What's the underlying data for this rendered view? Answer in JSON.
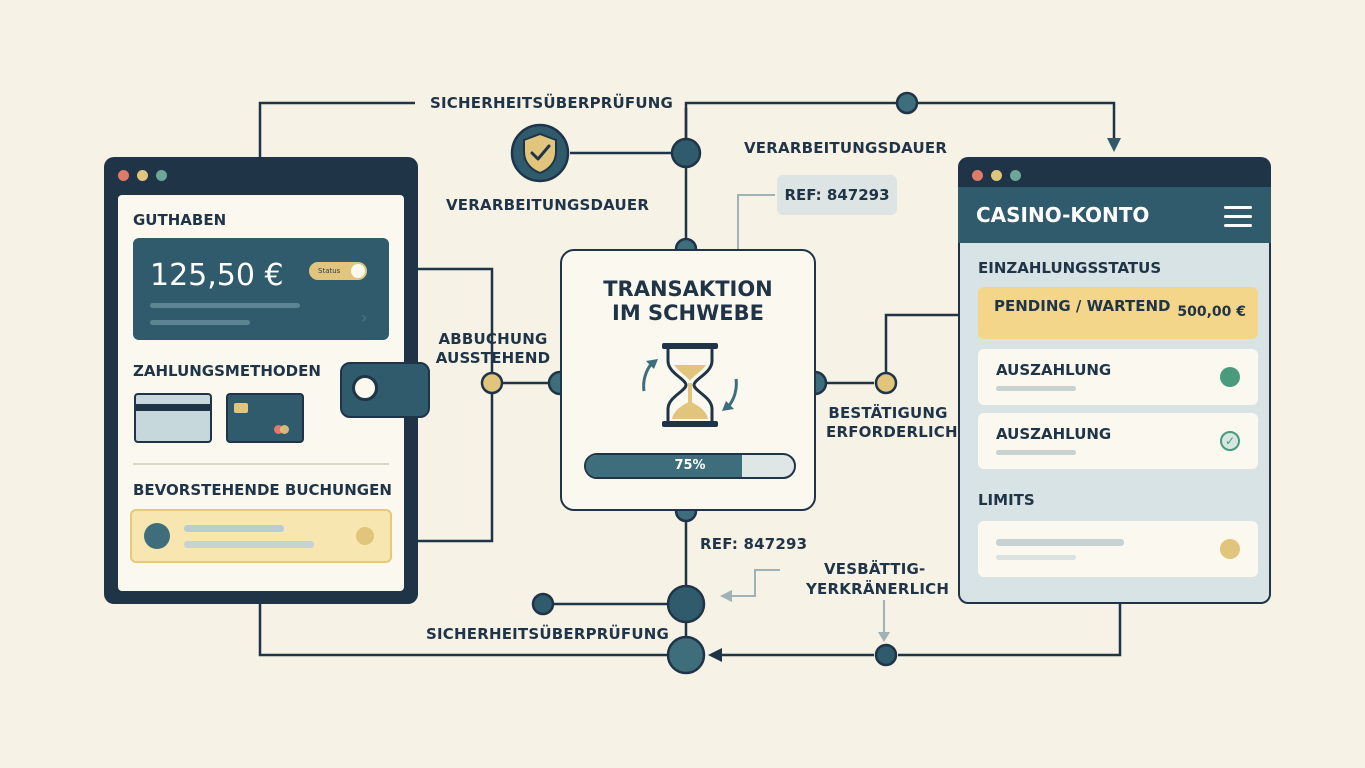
{
  "colors": {
    "navy": "#1f3447",
    "teal": "#2f5b6c",
    "teal_light": "#3e6e7b",
    "gold": "#e2c57c",
    "cream": "#fbf8ef",
    "green": "#4a9a7c"
  },
  "labels": {
    "security_check_top": "SICHERHEITSÜBERPRÜFUNG",
    "processing_time_left": "VERARBEITUNGSDAUER",
    "processing_time_right": "VERARBEITUNGSDAUER",
    "ref_top": "REF: 847293",
    "debit_pending_1": "ABBUCHUNG",
    "debit_pending_2": "AUSSTEHEND",
    "confirmation_1": "BESTÄTIGUNG",
    "confirmation_2": "ERFORDERLICH",
    "ref_bottom": "REF: 847293",
    "garbled_1": "VESBÄTTIG-",
    "garbled_2": "YERKRÄNERLICH",
    "security_check_bottom": "SICHERHEITSÜBERPRÜFUNG"
  },
  "left_panel": {
    "balance_title": "GUTHABEN",
    "balance_amount": "125,50 €",
    "status_pill": "Status",
    "payment_methods_title": "ZAHLUNGSMETHODEN",
    "upcoming_title": "BEVORSTEHENDE BUCHUNGEN"
  },
  "center": {
    "title_line1": "TRANSAKTION",
    "title_line2": "IM SCHWEBE",
    "progress_text": "75%",
    "progress_value": 0.75,
    "icon": "hourglass-icon"
  },
  "right_panel": {
    "title": "CASINO-KONTO",
    "deposit_status_title": "EINZAHLUNGSSTATUS",
    "rows": [
      {
        "label": "PENDING / WARTEND",
        "amount": "500,00 €"
      },
      {
        "label": "AUSZAHLUNG"
      },
      {
        "label": "AUSZAHLUNG"
      }
    ],
    "limits_title": "LIMITS"
  }
}
